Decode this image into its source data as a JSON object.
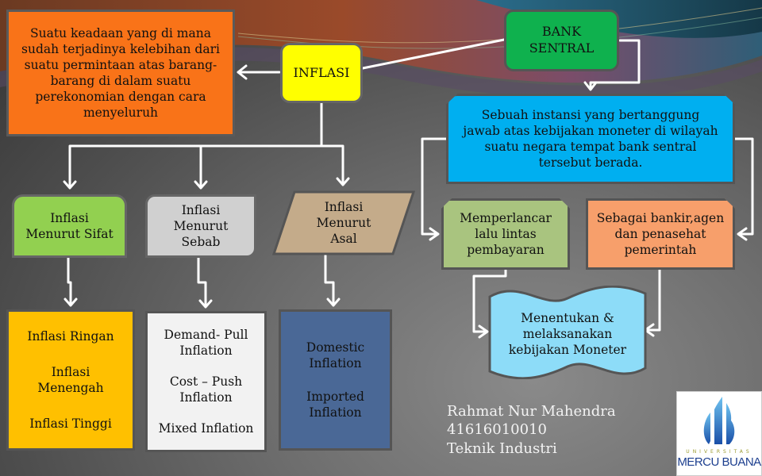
{
  "title": "Inflasi dan Bank Sentral",
  "colors": {
    "definition": "#f97318",
    "inflasi": "#ffff00",
    "bank_sentral": "#0fb14e",
    "bank_desc": "#00aff0",
    "sifat": "#92d050",
    "sebab": "#d0d0d0",
    "asal": "#c4ab8a",
    "perlancar": "#a9c47f",
    "bankir": "#f79f6b",
    "kebijakan": "#8ddcf8",
    "sifat_list": "#ffc000",
    "sebab_list": "#f2f2f2",
    "asal_list": "#4a6896",
    "connector": "#ffffff"
  },
  "nodes": {
    "definition": [
      "Suatu keadaan yang di mana",
      "sudah terjadinya kelebihan dari",
      "suatu permintaan atas barang-",
      "barang di dalam suatu",
      "perekonomian dengan cara",
      "menyeluruh"
    ],
    "inflasi": "INFLASI",
    "bank_sentral": [
      "BANK",
      "SENTRAL"
    ],
    "bank_desc": [
      "Sebuah instansi yang bertanggung",
      "jawab atas kebijakan moneter di wilayah",
      "suatu negara tempat bank sentral",
      "tersebut berada."
    ],
    "sifat": [
      "Inflasi",
      "Menurut Sifat"
    ],
    "sebab": [
      "Inflasi",
      "Menurut",
      "Sebab"
    ],
    "asal": [
      "Inflasi",
      "Menurut",
      "Asal"
    ],
    "perlancar": [
      "Memperlancar",
      "lalu lintas",
      "pembayaran"
    ],
    "bankir": [
      "Sebagai bankir,agen",
      "dan penasehat",
      "pemerintah"
    ],
    "kebijakan": [
      "Menentukan &",
      "melaksanakan",
      "kebijakan Moneter"
    ],
    "sifat_list": [
      "Inflasi Ringan",
      "Inflasi Menengah",
      "Inflasi Tinggi"
    ],
    "sebab_list": [
      "Demand- Pull Inflation",
      "Cost – Push Inflation",
      "Mixed Inflation"
    ],
    "asal_list": [
      "Domestic Inflation",
      "Imported Inflation"
    ]
  },
  "sifat_list_lines": [
    [
      "Inflasi Ringan"
    ],
    [
      "Inflasi",
      "Menengah"
    ],
    [
      "Inflasi Tinggi"
    ]
  ],
  "sebab_list_lines": [
    [
      "Demand- Pull",
      "Inflation"
    ],
    [
      "Cost – Push",
      "Inflation"
    ],
    [
      "Mixed Inflation"
    ]
  ],
  "asal_list_lines": [
    [
      "Domestic",
      "Inflation"
    ],
    [
      "Imported",
      "Inflation"
    ]
  ],
  "author": {
    "name": "Rahmat Nur Mahendra",
    "id": "41616010010",
    "department": "Teknik Industri"
  },
  "logo": {
    "top_text": "UNIVERSITAS",
    "name": "MERCU BUANA"
  }
}
